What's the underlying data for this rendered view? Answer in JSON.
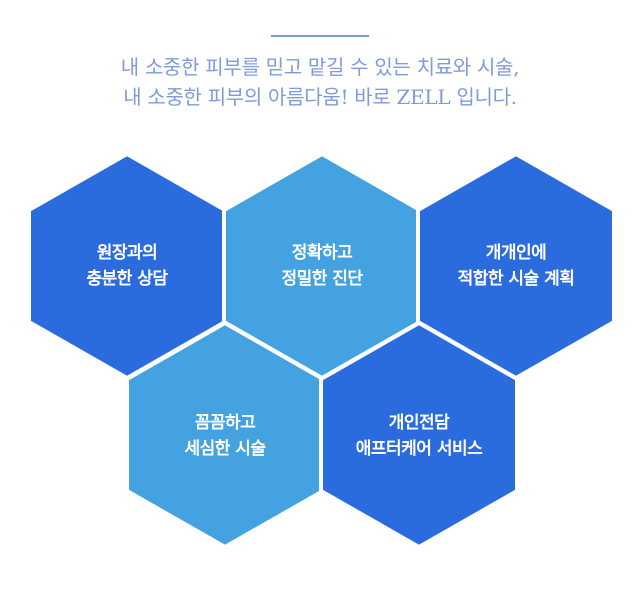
{
  "intro": {
    "line1": "내 소중한 피부를 믿고 맡길 수 있는 치료와 시술,",
    "line2": "내 소중한 피부의 아름다움! 바로 ZELL 입니다."
  },
  "colors": {
    "intro_text": "#7f9bd8",
    "rule": "#7f9bd8",
    "hex_dark": "#2a6bdd",
    "hex_light": "#44a2e0",
    "hex_border": "#ffffff"
  },
  "hexagons": [
    {
      "line1": "원장과의",
      "line2": "충분한 상담",
      "tone": "dark"
    },
    {
      "line1": "정확하고",
      "line2": "정밀한 진단",
      "tone": "light"
    },
    {
      "line1": "개개인에",
      "line2": "적합한 시술 계획",
      "tone": "dark"
    },
    {
      "line1": "꼼꼼하고",
      "line2": "세심한 시술",
      "tone": "light"
    },
    {
      "line1": "개인전담",
      "line2": "애프터케어 서비스",
      "tone": "dark"
    }
  ]
}
